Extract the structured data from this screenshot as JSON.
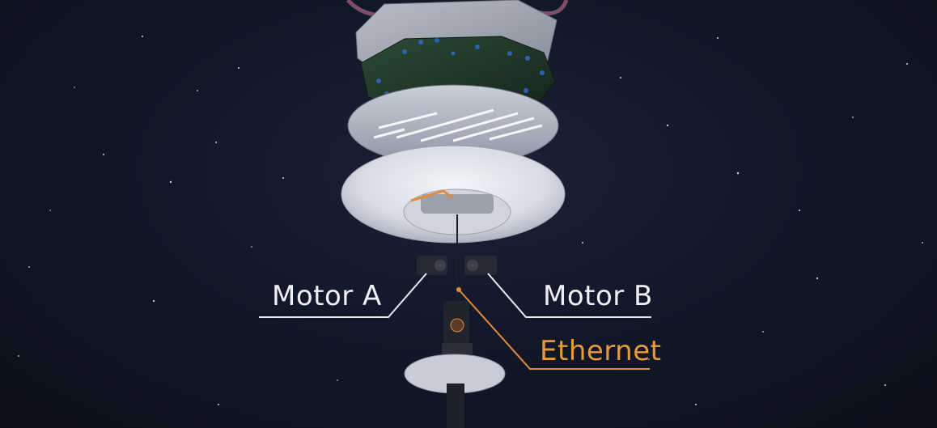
{
  "labels": {
    "motor_a": "Motor A",
    "motor_b": "Motor B",
    "ethernet": "Ethernet"
  },
  "colors": {
    "background": "#121829",
    "label_white": "#eef0f4",
    "label_orange": "#e79a3a",
    "dish_white": "#e3e6ec",
    "pcb_green": "#1f3a2a"
  }
}
